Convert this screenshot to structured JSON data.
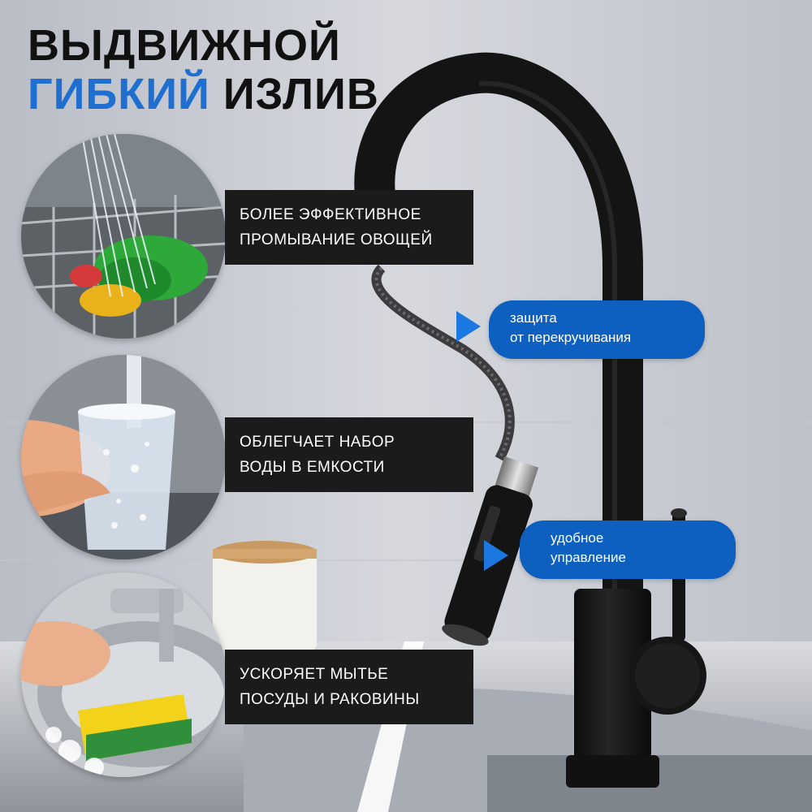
{
  "title": {
    "line1": "ВЫДВИЖНОЙ",
    "line2_accent": "ГИБКИЙ",
    "line2_rest": "ИЗЛИВ"
  },
  "features": [
    {
      "line1": "БОЛЕЕ ЭФФЕКТИВНОЕ",
      "line2": "ПРОМЫВАНИЕ ОВОЩЕЙ"
    },
    {
      "line1": "ОБЛЕГЧАЕТ НАБОР",
      "line2": "ВОДЫ В ЕМКОСТИ"
    },
    {
      "line1": "УСКОРЯЕТ МЫТЬЕ",
      "line2": "ПОСУДЫ И РАКОВИНЫ"
    }
  ],
  "callouts": [
    {
      "line1": "защита",
      "line2": "от перекручивания"
    },
    {
      "line1": "удобное",
      "line2": "управление"
    }
  ],
  "colors": {
    "accent_blue": "#1f6fd1",
    "pill_blue": "#0d5fc0",
    "caption_bg": "#1b1b1b",
    "faucet": "#141414"
  }
}
